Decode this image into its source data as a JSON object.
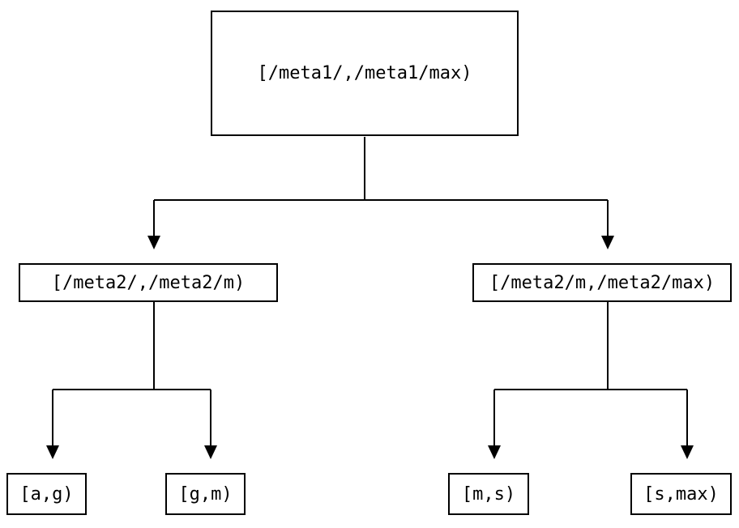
{
  "diagram": {
    "title": "interval-partition-tree",
    "background_color": "#ffffff",
    "line_color": "#000000",
    "text_color": "#000000",
    "nodes": {
      "root": {
        "label": "[/meta1/,/meta1/max)"
      },
      "mid_left": {
        "label": "[/meta2/,/meta2/m)"
      },
      "mid_right": {
        "label": "[/meta2/m,/meta2/max)"
      },
      "leaf_ag": {
        "label": "[a,g)"
      },
      "leaf_gm": {
        "label": "[g,m)"
      },
      "leaf_ms": {
        "label": "[m,s)"
      },
      "leaf_smax": {
        "label": "[s,max)"
      }
    }
  }
}
